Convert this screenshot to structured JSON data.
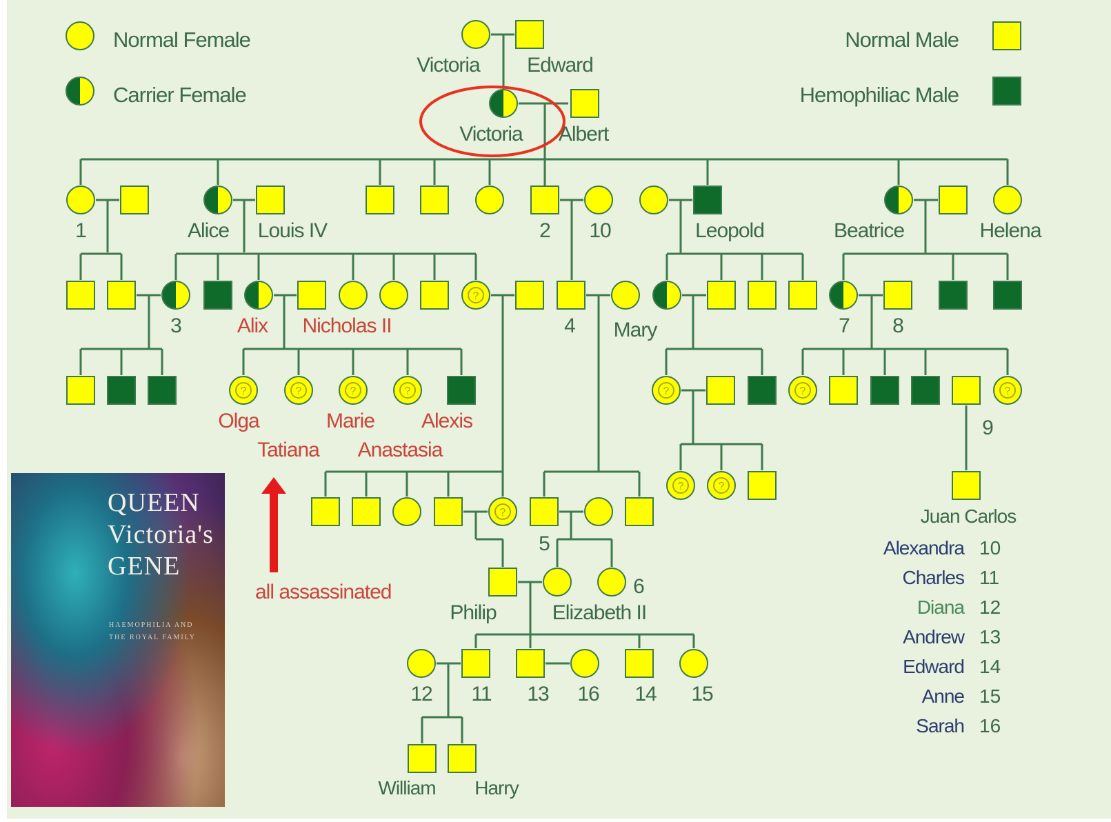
{
  "colors": {
    "background": "#e9f1df",
    "line": "#3d7a4d",
    "normal_fill": "#ffff00",
    "hemophiliac_fill": "#0f6b2a",
    "text": "#3c6b4a",
    "red_text": "#c8463a",
    "highlight": "#e8321f",
    "question_mark": "#a8ac00"
  },
  "legend": [
    {
      "id": "normal-female",
      "symbol": "circle",
      "status": "normal",
      "label": "Normal Female"
    },
    {
      "id": "carrier-female",
      "symbol": "circle",
      "status": "carrier",
      "label": "Carrier Female"
    },
    {
      "id": "normal-male",
      "symbol": "square",
      "status": "normal",
      "label": "Normal Male"
    },
    {
      "id": "hemophiliac-male",
      "symbol": "square",
      "status": "hemophiliac",
      "label": "Hemophiliac Male"
    }
  ],
  "individuals": [
    {
      "id": "victoria-sr",
      "sex": "F",
      "status": "normal",
      "label": "Victoria"
    },
    {
      "id": "edward",
      "sex": "M",
      "status": "normal",
      "label": "Edward"
    },
    {
      "id": "victoria",
      "sex": "F",
      "status": "carrier",
      "label": "Victoria",
      "highlighted": true
    },
    {
      "id": "albert",
      "sex": "M",
      "status": "normal",
      "label": "Albert"
    },
    {
      "id": "g2-1",
      "sex": "F",
      "status": "normal",
      "label": "1"
    },
    {
      "id": "g2-1-husband",
      "sex": "M",
      "status": "normal"
    },
    {
      "id": "alice",
      "sex": "F",
      "status": "carrier",
      "label": "Alice"
    },
    {
      "id": "louis-iv",
      "sex": "M",
      "status": "normal",
      "label": "Louis IV"
    },
    {
      "id": "g2-son-a",
      "sex": "M",
      "status": "normal"
    },
    {
      "id": "g2-son-b",
      "sex": "M",
      "status": "normal"
    },
    {
      "id": "g2-daughter-a",
      "sex": "F",
      "status": "normal"
    },
    {
      "id": "g2-2",
      "sex": "M",
      "status": "normal",
      "label": "2"
    },
    {
      "id": "g2-10",
      "sex": "F",
      "status": "normal",
      "label": "10"
    },
    {
      "id": "leopold-wife",
      "sex": "F",
      "status": "normal"
    },
    {
      "id": "leopold",
      "sex": "M",
      "status": "hemophiliac",
      "label": "Leopold"
    },
    {
      "id": "beatrice",
      "sex": "F",
      "status": "carrier",
      "label": "Beatrice"
    },
    {
      "id": "beatrice-husband",
      "sex": "M",
      "status": "normal"
    },
    {
      "id": "helena",
      "sex": "F",
      "status": "normal",
      "label": "Helena"
    },
    {
      "id": "g3-a1",
      "sex": "M",
      "status": "normal"
    },
    {
      "id": "g3-a2",
      "sex": "M",
      "status": "normal"
    },
    {
      "id": "g3-3",
      "sex": "F",
      "status": "carrier",
      "label": "3"
    },
    {
      "id": "g3-hemo-1",
      "sex": "M",
      "status": "hemophiliac"
    },
    {
      "id": "alix",
      "sex": "F",
      "status": "carrier",
      "label": "Alix"
    },
    {
      "id": "nicholas-ii",
      "sex": "M",
      "status": "normal",
      "label": "Nicholas II"
    },
    {
      "id": "g3-f1",
      "sex": "F",
      "status": "normal"
    },
    {
      "id": "g3-f2",
      "sex": "F",
      "status": "normal"
    },
    {
      "id": "g3-m1",
      "sex": "M",
      "status": "normal"
    },
    {
      "id": "g3-q1",
      "sex": "F",
      "status": "unknown"
    },
    {
      "id": "g3-q1-husband",
      "sex": "M",
      "status": "normal"
    },
    {
      "id": "g3-4",
      "sex": "M",
      "status": "normal",
      "label": "4"
    },
    {
      "id": "mary",
      "sex": "F",
      "status": "normal",
      "label": "Mary"
    },
    {
      "id": "g3-lc",
      "sex": "F",
      "status": "carrier"
    },
    {
      "id": "g3-lm1",
      "sex": "M",
      "status": "normal"
    },
    {
      "id": "g3-lm2",
      "sex": "M",
      "status": "normal"
    },
    {
      "id": "g3-lm3",
      "sex": "M",
      "status": "normal"
    },
    {
      "id": "g3-7",
      "sex": "F",
      "status": "carrier",
      "label": "7"
    },
    {
      "id": "g3-8",
      "sex": "M",
      "status": "normal",
      "label": "8"
    },
    {
      "id": "g3-bh1",
      "sex": "M",
      "status": "hemophiliac"
    },
    {
      "id": "g3-bh2",
      "sex": "M",
      "status": "hemophiliac"
    },
    {
      "id": "g4-a1",
      "sex": "M",
      "status": "normal"
    },
    {
      "id": "g4-h1",
      "sex": "M",
      "status": "hemophiliac"
    },
    {
      "id": "g4-h2",
      "sex": "M",
      "status": "hemophiliac"
    },
    {
      "id": "olga",
      "sex": "F",
      "status": "unknown",
      "label": "Olga"
    },
    {
      "id": "tatiana",
      "sex": "F",
      "status": "unknown",
      "label": "Tatiana"
    },
    {
      "id": "marie",
      "sex": "F",
      "status": "unknown",
      "label": "Marie"
    },
    {
      "id": "anastasia",
      "sex": "F",
      "status": "unknown",
      "label": "Anastasia"
    },
    {
      "id": "alexis",
      "sex": "M",
      "status": "hemophiliac",
      "label": "Alexis"
    },
    {
      "id": "g4-lq",
      "sex": "F",
      "status": "unknown"
    },
    {
      "id": "g4-lm",
      "sex": "M",
      "status": "normal"
    },
    {
      "id": "g4-lh",
      "sex": "M",
      "status": "hemophiliac"
    },
    {
      "id": "g4-bq1",
      "sex": "F",
      "status": "unknown"
    },
    {
      "id": "g4-bm1",
      "sex": "M",
      "status": "normal"
    },
    {
      "id": "g4-bh1",
      "sex": "M",
      "status": "hemophiliac"
    },
    {
      "id": "g4-bh2",
      "sex": "M",
      "status": "hemophiliac"
    },
    {
      "id": "g4-9",
      "sex": "M",
      "status": "normal",
      "label": "9"
    },
    {
      "id": "g4-bq2",
      "sex": "F",
      "status": "unknown"
    },
    {
      "id": "g5-m1",
      "sex": "M",
      "status": "normal"
    },
    {
      "id": "g5-m2",
      "sex": "M",
      "status": "normal"
    },
    {
      "id": "g5-f1",
      "sex": "F",
      "status": "normal"
    },
    {
      "id": "g5-m3",
      "sex": "M",
      "status": "normal"
    },
    {
      "id": "g5-q",
      "sex": "F",
      "status": "unknown"
    },
    {
      "id": "g5-5",
      "sex": "M",
      "status": "normal",
      "label": "5"
    },
    {
      "id": "g5-5-wife",
      "sex": "F",
      "status": "normal"
    },
    {
      "id": "g5-m4",
      "sex": "M",
      "status": "normal"
    },
    {
      "id": "g5-lq1",
      "sex": "F",
      "status": "unknown"
    },
    {
      "id": "g5-lq2",
      "sex": "F",
      "status": "unknown"
    },
    {
      "id": "g5-lm",
      "sex": "M",
      "status": "normal"
    },
    {
      "id": "juan-carlos",
      "sex": "M",
      "status": "normal",
      "label": "Juan Carlos"
    },
    {
      "id": "philip",
      "sex": "M",
      "status": "normal",
      "label": "Philip"
    },
    {
      "id": "elizabeth-ii",
      "sex": "F",
      "status": "normal",
      "label": "Elizabeth II"
    },
    {
      "id": "g6-6",
      "sex": "F",
      "status": "normal",
      "label": "6"
    },
    {
      "id": "g7-12",
      "sex": "F",
      "status": "normal",
      "label": "12"
    },
    {
      "id": "g7-11",
      "sex": "M",
      "status": "normal",
      "label": "11"
    },
    {
      "id": "g7-13",
      "sex": "M",
      "status": "normal",
      "label": "13"
    },
    {
      "id": "g7-16",
      "sex": "F",
      "status": "normal",
      "label": "16"
    },
    {
      "id": "g7-14",
      "sex": "M",
      "status": "normal",
      "label": "14"
    },
    {
      "id": "g7-15",
      "sex": "F",
      "status": "normal",
      "label": "15"
    },
    {
      "id": "william",
      "sex": "M",
      "status": "normal",
      "label": "William"
    },
    {
      "id": "harry",
      "sex": "M",
      "status": "normal",
      "label": "Harry"
    }
  ],
  "annotations": {
    "assassinated": "all assassinated"
  },
  "number_key": [
    {
      "name": "Alexandra",
      "number": "10"
    },
    {
      "name": "Charles",
      "number": "11"
    },
    {
      "name": "Diana",
      "number": "12"
    },
    {
      "name": "Andrew",
      "number": "13"
    },
    {
      "name": "Edward",
      "number": "14"
    },
    {
      "name": "Anne",
      "number": "15"
    },
    {
      "name": "Sarah",
      "number": "16"
    }
  ],
  "book": {
    "title_lines": [
      "QUEEN",
      "Victoria's",
      "GENE"
    ],
    "subtitle": "Haemophilia and the Royal Family"
  }
}
